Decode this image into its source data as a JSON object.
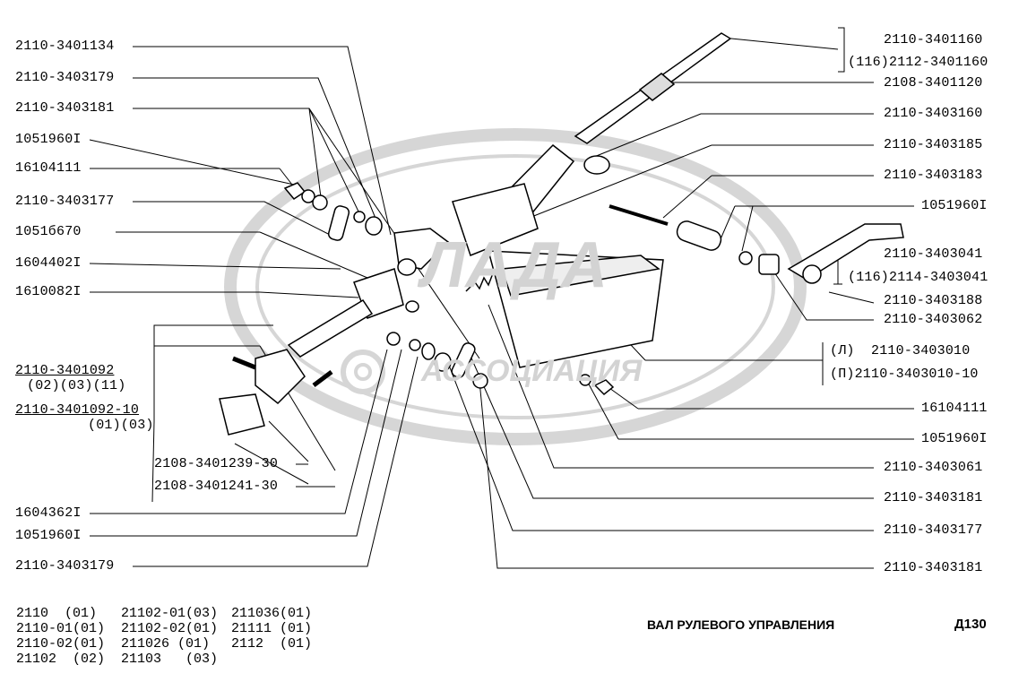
{
  "watermark": {
    "logo_text": "ЛАДА",
    "association_text": "АССОЦИАЦИЯ",
    "color": "#cfcfcf"
  },
  "title": "ВАЛ РУЛЕВОГО УПРАВЛЕНИЯ",
  "page_code": "Д130",
  "left_labels": [
    "2110-3401134",
    "2110-3403179",
    "2110-3403181",
    "1051960I",
    "16104111",
    "2110-3403177",
    "1051б670",
    "1604402I",
    "1610082I"
  ],
  "left_group": {
    "line1": "2110-3401092",
    "line2": "(02)(03)(11)",
    "line3": "2110-3401092-10",
    "line4": "(01)(03)"
  },
  "mid_labels": {
    "a": "2108-3401239-30",
    "b": "2108-3401241-30"
  },
  "left_bottom_labels": [
    "1604362I",
    "1051960I",
    "2110-3403179"
  ],
  "right_labels": {
    "r1a": "2110-3401160",
    "r1b": "(116)2112-3401160",
    "r2": "2108-3401120",
    "r3": "2110-3403160",
    "r4": "2110-3403185",
    "r5": "2110-3403183",
    "r6": "1051960I",
    "r7a": "2110-3403041",
    "r7b": "(116)2114-3403041",
    "r8": "2110-3403188",
    "r9": "2110-3403062",
    "r10a": "(Л)  2110-3403010",
    "r10b": "(П)2110-3403010-10",
    "r11": "16104111",
    "r12": "1051960I",
    "r13": "2110-3403061",
    "r14": "2110-3403181",
    "r15": "2110-3403177",
    "r16": "2110-3403181"
  },
  "models": [
    [
      "2110  (01)",
      "21102-01(03)",
      "211036(01)"
    ],
    [
      "2110-01(01)",
      "21102-02(01)",
      "21111 (01)"
    ],
    [
      "2110-02(01)",
      "211026 (01)",
      "2112  (01)"
    ],
    [
      "21102  (02)",
      "21103   (03)",
      ""
    ]
  ]
}
